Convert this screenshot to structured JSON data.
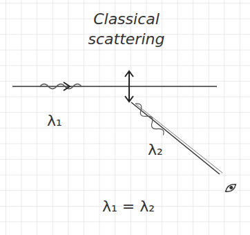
{
  "diagram": {
    "title": "Classical scattering",
    "labels": [
      "λ₁",
      "λ₂",
      "λ₁ = λ₂"
    ]
  }
}
